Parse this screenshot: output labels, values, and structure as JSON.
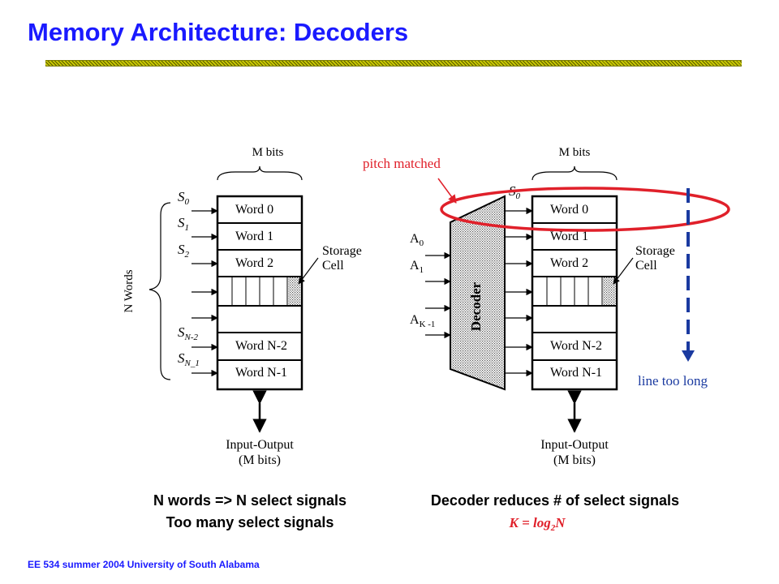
{
  "title": "Memory Architecture: Decoders",
  "left": {
    "mbits": "M bits",
    "nwords": "N Words",
    "select_main": [
      "S",
      "S",
      "S",
      "S",
      "S"
    ],
    "select_sub": [
      "0",
      "1",
      "2",
      "N-2",
      "N_1"
    ],
    "words": [
      "Word 0",
      "Word 1",
      "Word 2",
      "Word N-2",
      "Word N-1"
    ],
    "storage": [
      "Storage",
      "Cell"
    ],
    "io": [
      "Input-Output",
      "(M bits)"
    ],
    "caption1": "N words => N select signals",
    "caption2": "Too many select signals"
  },
  "right": {
    "mbits": "M bits",
    "pitch": "pitch matched",
    "s0_main": "S",
    "s0_sub": "0",
    "addr_main": [
      "A",
      "A",
      "A"
    ],
    "addr_sub": [
      "0",
      "1",
      "K -1"
    ],
    "decoder": "Decoder",
    "words": [
      "Word 0",
      "Word 1",
      "Word 2",
      "Word N-2",
      "Word N-1"
    ],
    "storage": [
      "Storage",
      "Cell"
    ],
    "io": [
      "Input-Output",
      "(M bits)"
    ],
    "line_too_long": "line too long",
    "caption1": "Decoder reduces # of select signals",
    "formula_lhs": "K = log",
    "formula_sub": "2",
    "formula_rhs": "N"
  },
  "footer": "EE 534 summer 2004 University of South Alabama",
  "colors": {
    "title": "#1a1aff",
    "annotation": "#e0202a",
    "dashed": "#1a3aa0"
  }
}
